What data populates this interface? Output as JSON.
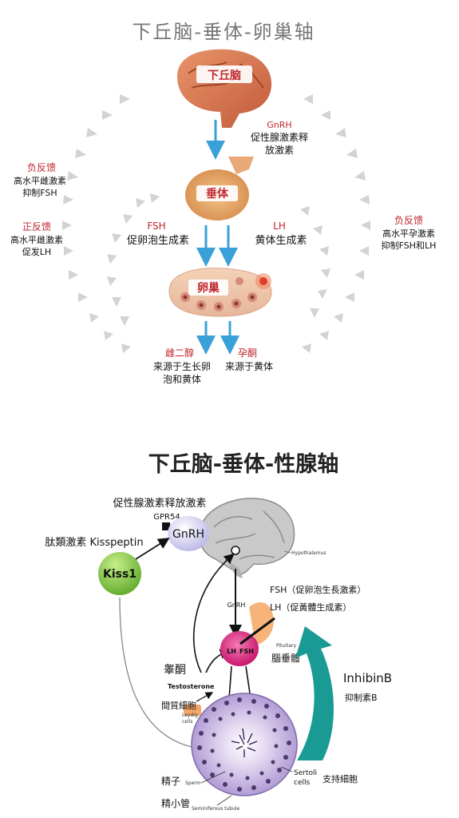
{
  "top": {
    "title": "下丘脑-垂体-卵巢轴",
    "hypothalamus": "下丘脑",
    "gnrh": {
      "name": "GnRH",
      "desc1": "促性腺激素释",
      "desc2": "放激素"
    },
    "pituitary": "垂体",
    "fsh": {
      "name": "FSH",
      "desc": "促卵泡生成素"
    },
    "lh": {
      "name": "LH",
      "desc": "黄体生成素"
    },
    "ovary": "卵巢",
    "estradiol": {
      "name": "雌二醇",
      "desc1": "来源于生长卵",
      "desc2": "泡和黄体"
    },
    "progesterone": {
      "name": "孕酮",
      "desc1": "来源于黄体"
    },
    "neg_feedback_left": {
      "title": "负反馈",
      "line1": "高水平雌激素",
      "line2": "抑制FSH"
    },
    "pos_feedback_left": {
      "title": "正反馈",
      "line1": "高水平雌激素",
      "line2": "促发LH"
    },
    "neg_feedback_right": {
      "title": "负反馈",
      "line1": "高水平孕激素",
      "line2": "抑制FSH和LH"
    }
  },
  "bottom": {
    "title": "下丘脑-垂体-性腺轴",
    "gnrh_full": "促性腺激素释放激素",
    "gpr54": "GPR54",
    "gnrh": "GnRH",
    "kisspeptin": "肽類激素 Kisspeptin",
    "kiss1": "Kiss1",
    "hypothalamus": "Hypothalamus",
    "gnrh_small": "GnRH",
    "fsh_full": "FSH（促卵泡生長激素）",
    "lh_full": "LH（促黃體生成素）",
    "pituitary_en": "Pituitary",
    "pituitary_cn": "腦垂體",
    "lh": "LH",
    "fsh": "FSH",
    "testosterone_cn": "睾酮",
    "testosterone_en": "Testosterone",
    "inhibin": "InhibinB",
    "inhibin_cn": "抑制素B",
    "leydig_cn": "間質細胞",
    "leydig_en1": "Leydig",
    "leydig_en2": "cells",
    "sertoli_en1": "Sertoli",
    "sertoli_en2": "cells",
    "sertoli_cn": "支持細胞",
    "sperm_cn": "精子",
    "sperm_en": "Sperm",
    "tubule_cn": "精小管",
    "tubule_en": "Seminiferous tubule"
  },
  "colors": {
    "red": "#c0262c",
    "blue_arrow": "#3aa0d8",
    "teal_arrow": "#1a9a94",
    "kiss_green": "#7cc43a",
    "pink_pituitary": "#e2348c",
    "tubule_purple": "#9a7ec8"
  }
}
